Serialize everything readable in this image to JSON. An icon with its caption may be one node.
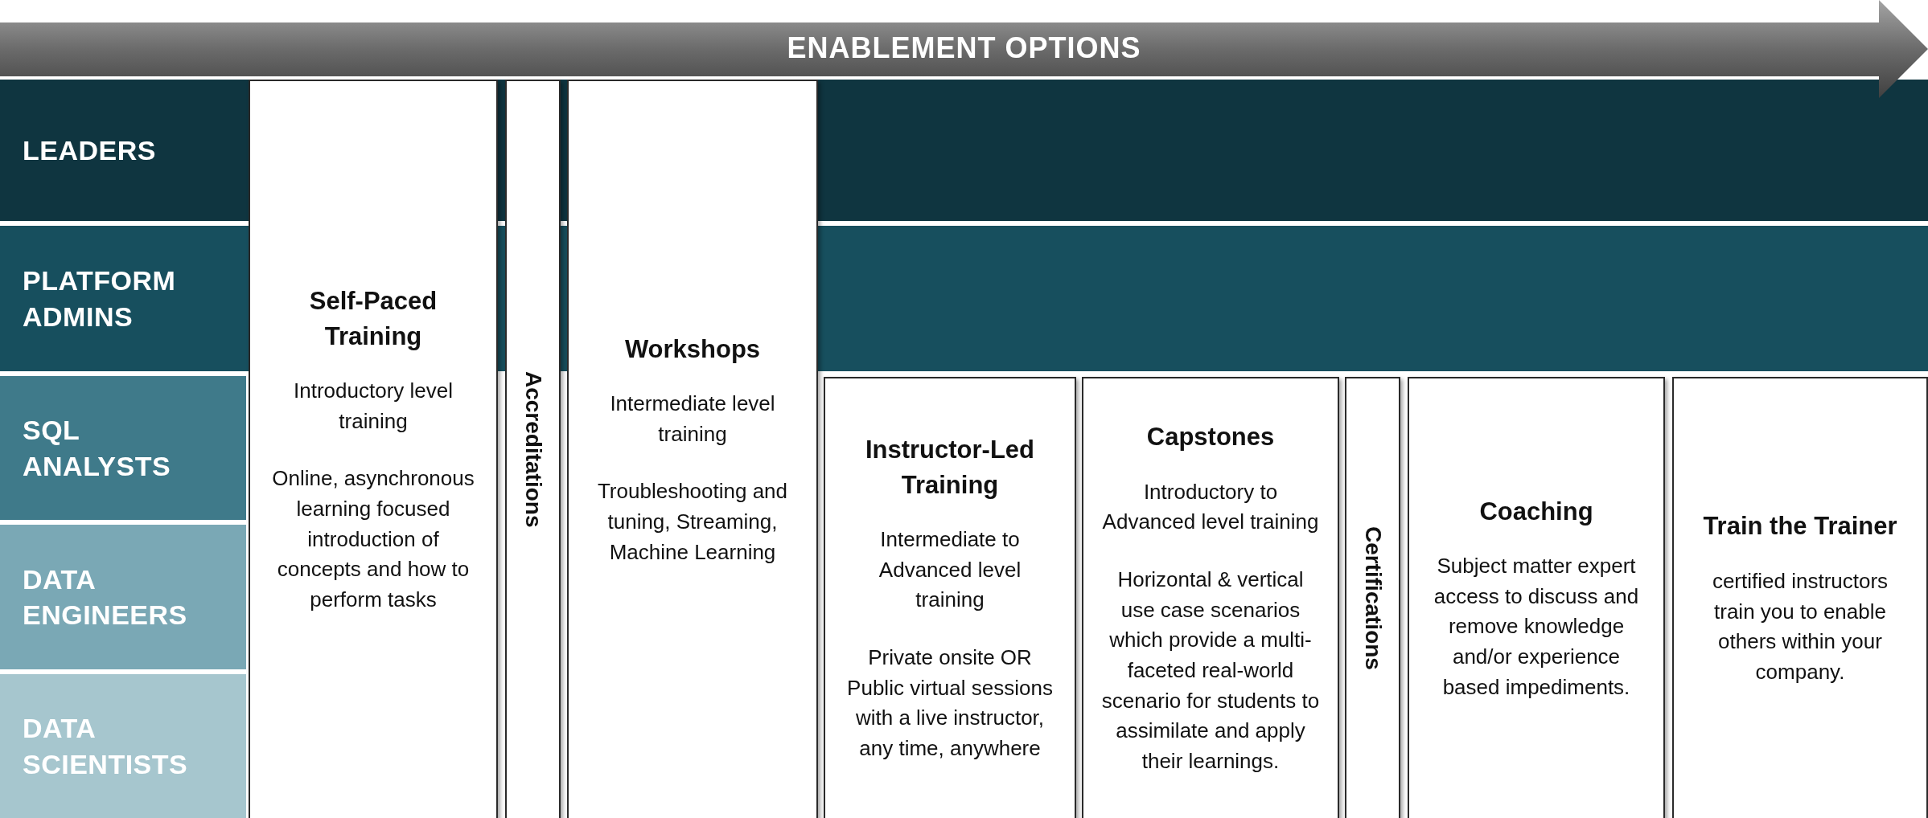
{
  "diagram": {
    "nodes": [
      {
        "text": [
          "ENABLEMENT OPTIONS"
        ]
      },
      {
        "text": [
          "LEADERS"
        ]
      },
      {
        "text": [
          "PLATFORM ADMINS"
        ]
      },
      {
        "text": [
          "SQL ANALYSTS"
        ]
      },
      {
        "text": [
          "DATA ENGINEERS"
        ]
      },
      {
        "text": [
          "DATA SCIENTISTS"
        ]
      },
      {
        "text": [
          "Self-Paced Training",
          "Introductory level training",
          "Online, asynchronous learning focused introduction of concepts and how to perform tasks"
        ]
      },
      {
        "text": [
          "Accreditations"
        ]
      },
      {
        "text": [
          "Workshops",
          "Intermediate level training",
          "Troubleshooting and tuning, Streaming, Machine Learning"
        ]
      },
      {
        "text": [
          "Instructor-Led Training",
          "Intermediate to Advanced level training",
          "Private onsite OR Public virtual sessions with a live instructor, any time, anywhere"
        ]
      },
      {
        "text": [
          "Capstones",
          "Introductory to Advanced level training",
          "Horizontal & vertical use case scenarios which provide a multi-faceted real-world scenario for students to assimilate and apply their learnings."
        ]
      },
      {
        "text": [
          "Certifications"
        ]
      },
      {
        "text": [
          "Coaching",
          "Subject matter expert access to discuss and remove knowledge and/or experience based impediments."
        ]
      },
      {
        "text": [
          "Train the Trainer",
          "certified instructors train you to enable others within your company."
        ]
      }
    ]
  }
}
